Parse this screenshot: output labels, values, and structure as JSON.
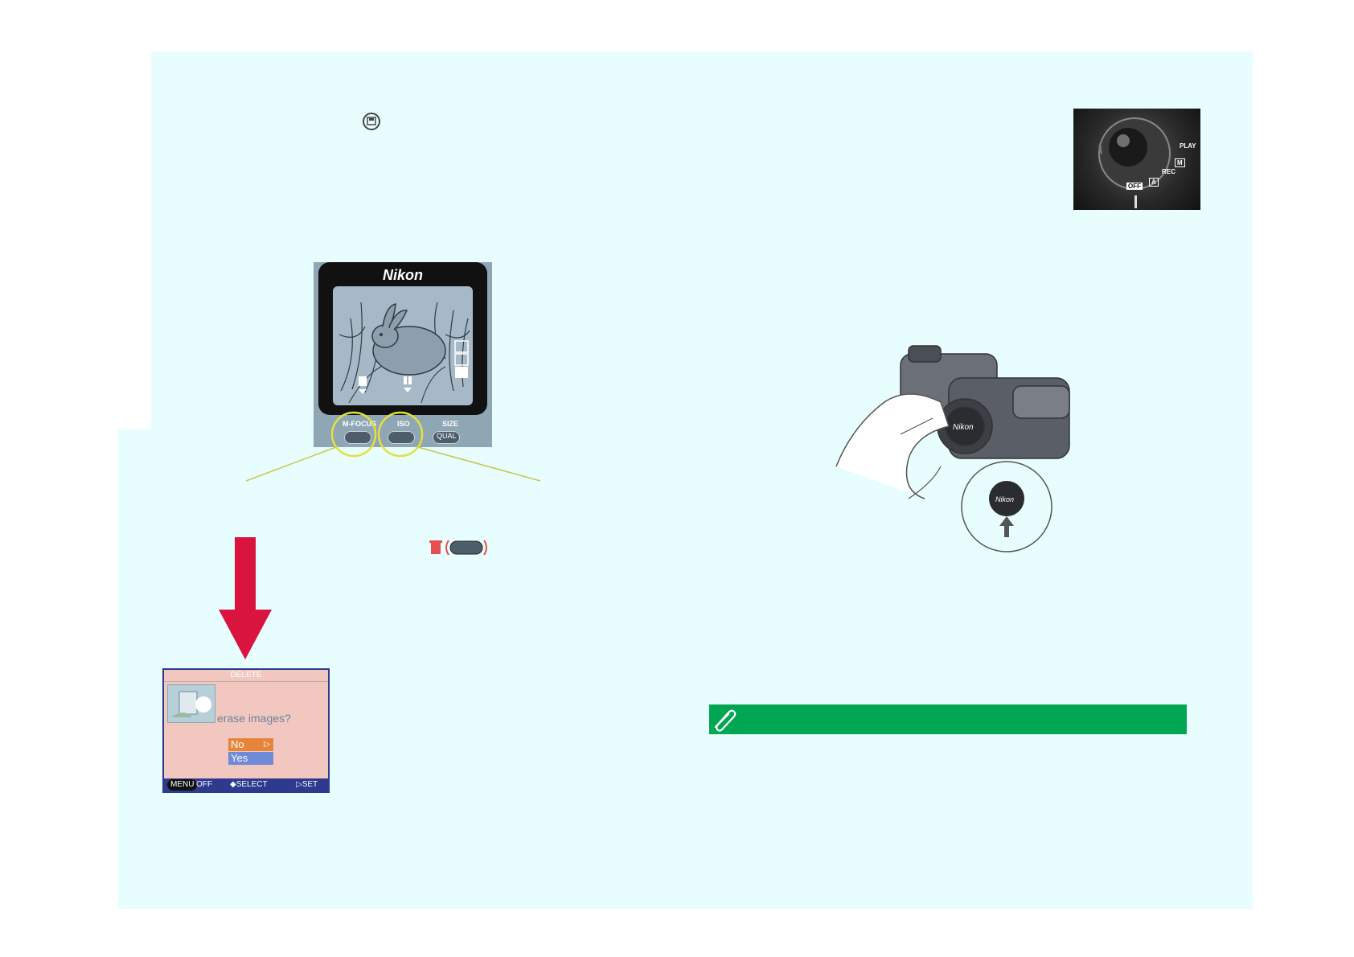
{
  "monitor": {
    "brand": "Nikon",
    "buttons": [
      {
        "label": "M-FOCUS"
      },
      {
        "label": "ISO"
      },
      {
        "label": "SIZE"
      }
    ],
    "size_pill": "QUAL"
  },
  "delete_dialog": {
    "header": "DELETE",
    "question": "erase images?",
    "options": [
      "No",
      "Yes"
    ],
    "footer": {
      "menu_key": "MENU",
      "off": "OFF",
      "select": "◆SELECT",
      "set": "▷SET"
    }
  },
  "mode_dial": {
    "off": "OFF",
    "auto": "A",
    "rec": "REC",
    "m": "M",
    "play": "PLAY"
  },
  "lens_cap_brand": "Nikon",
  "colors": {
    "background": "#e8fdfd",
    "arrow": "#d9143f",
    "callout_circles": "#e4e13c",
    "note_bar": "#00a651"
  }
}
